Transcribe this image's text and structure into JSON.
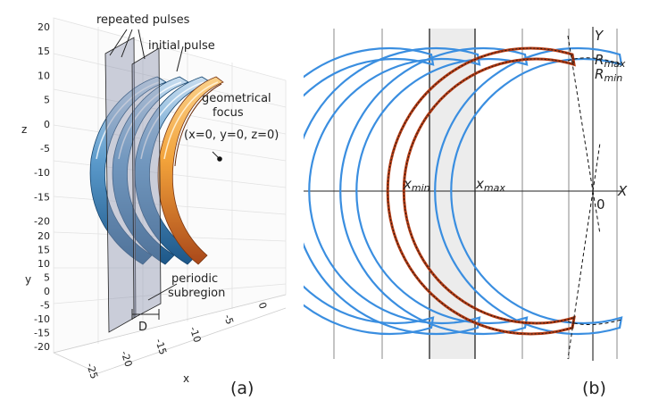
{
  "panel_a": {
    "annotations": {
      "repeated_pulses": "repeated pulses",
      "initial_pulse": "initial pulse",
      "focus_line1": "geometrical",
      "focus_line2": "focus",
      "focus_line3": "(x=0, y=0, z=0)",
      "periodic_line1": "periodic",
      "periodic_line2": "subregion",
      "period_symbol": "D"
    },
    "axes": {
      "z_label": "z",
      "y_label": "y",
      "x_label": "x",
      "z_ticks": [
        "20",
        "15",
        "10",
        "5",
        "0",
        "-5",
        "-10",
        "-15",
        "-20"
      ],
      "y_ticks": [
        "20",
        "15",
        "10",
        "5",
        "0",
        "-5",
        "-10",
        "-15",
        "-20"
      ],
      "x_ticks": [
        "-25",
        "-20",
        "-15",
        "-10",
        "-5",
        "0"
      ]
    },
    "tag": "(a)"
  },
  "panel_b": {
    "labels": {
      "y_axis": "Y",
      "x_axis": "X",
      "origin": "0",
      "r_max_base": "R",
      "r_max_sub": "max",
      "r_min_base": "R",
      "r_min_sub": "min",
      "x_min_base": "x",
      "x_min_sub": "min",
      "x_max_base": "x",
      "x_max_sub": "max"
    },
    "tag": "(b)"
  },
  "colors": {
    "pulse_blue": "#3a8ee0",
    "pulse_red": "#b33a12",
    "orange_light": "#f6b24a",
    "orange_dark": "#b4501a",
    "blue_light": "#a9cbe8",
    "blue_dark": "#1f5f95",
    "plane": "#9aa0b8",
    "shade": "#ececec"
  }
}
